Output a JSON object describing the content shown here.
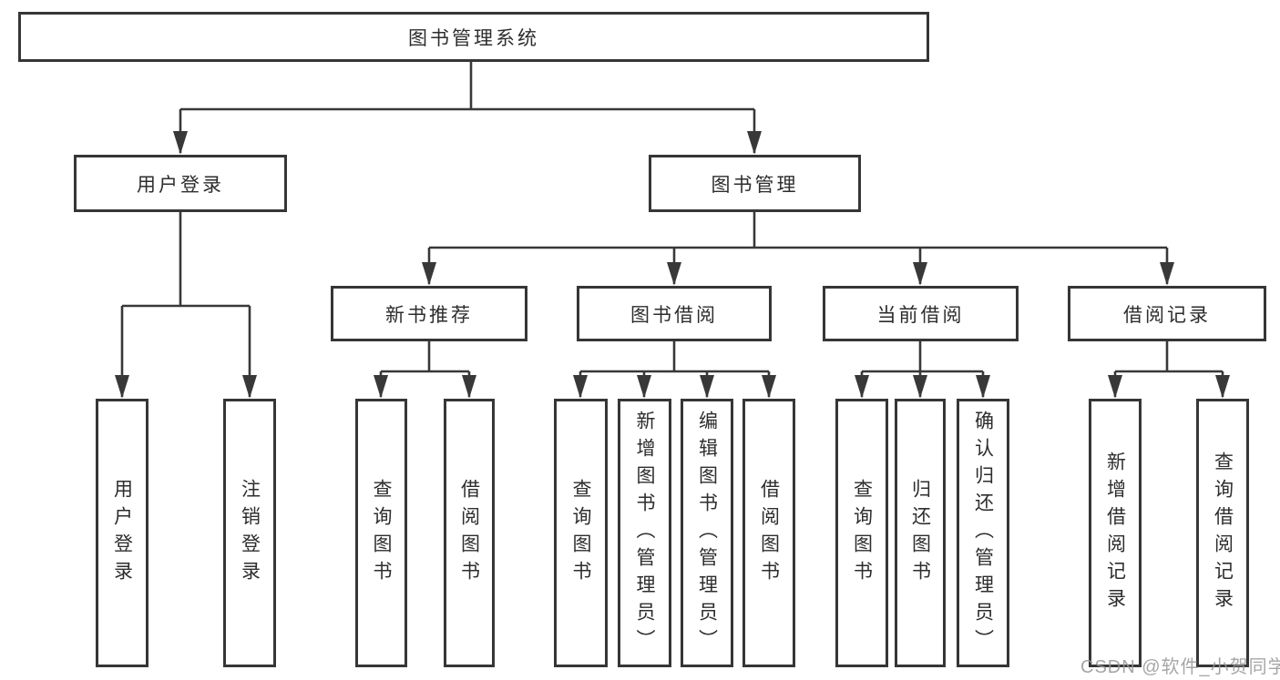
{
  "diagram": {
    "root": {
      "label": "图书管理系统"
    },
    "level2": [
      {
        "label": "用户登录",
        "children": [
          {
            "label": "用户登录"
          },
          {
            "label": "注销登录"
          }
        ]
      },
      {
        "label": "图书管理"
      }
    ],
    "level3": [
      {
        "label": "新书推荐",
        "children": [
          {
            "label": "查询图书"
          },
          {
            "label": "借阅图书"
          }
        ]
      },
      {
        "label": "图书借阅",
        "children": [
          {
            "label": "查询图书"
          },
          {
            "label": "新增图书（管理员）"
          },
          {
            "label": "编辑图书（管理员）"
          },
          {
            "label": "借阅图书"
          }
        ]
      },
      {
        "label": "当前借阅",
        "children": [
          {
            "label": "查询图书"
          },
          {
            "label": "归还图书"
          },
          {
            "label": "确认归还（管理员）"
          }
        ]
      },
      {
        "label": "借阅记录",
        "children": [
          {
            "label": "新增借阅记录"
          },
          {
            "label": "查询借阅记录"
          }
        ]
      }
    ]
  },
  "watermark": {
    "text": "CSDN @软件_小贺同学"
  },
  "colors": {
    "line": "#383838",
    "box_border": "#363636",
    "box_fill": "#ffffff",
    "text": "#2d2d2d",
    "watermark": "#969696",
    "background": "#ffffff"
  }
}
